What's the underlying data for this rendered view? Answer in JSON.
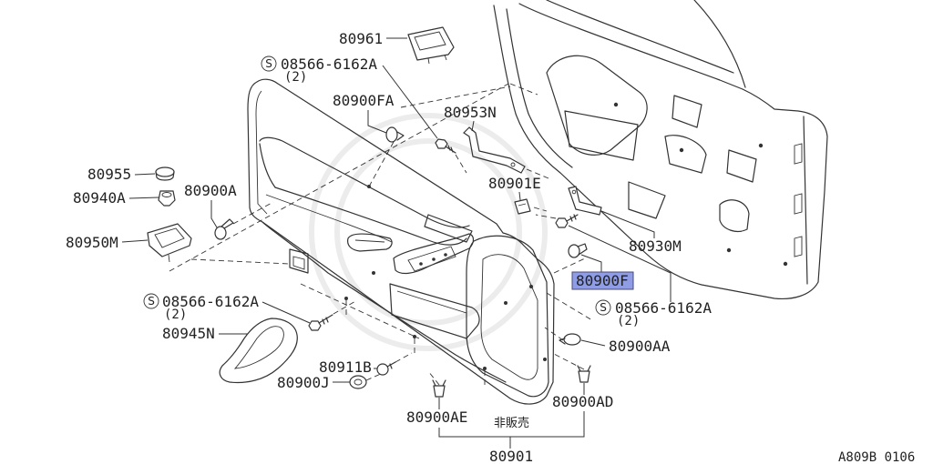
{
  "diagram": {
    "code": "A809B 0106",
    "not_for_sale": "非販売",
    "highlight_color": "#8f9de6",
    "line_color": "#333333"
  },
  "callouts": {
    "p80961": "80961",
    "p80900FA": "80900FA",
    "p80953N": "80953N",
    "p80955": "80955",
    "p80940A": "80940A",
    "p80900A": "80900A",
    "p80901E": "80901E",
    "p80950M": "80950M",
    "p80930M": "80930M",
    "p80900F": "80900F",
    "p80945N": "80945N",
    "p80900AA": "80900AA",
    "p80911B": "80911B",
    "p80900J": "80900J",
    "p80900AD": "80900AD",
    "p80900AE": "80900AE",
    "p80901": "80901"
  },
  "screw_callouts": [
    {
      "symbol": "S",
      "part": "08566-6162A",
      "qty": "(2)"
    },
    {
      "symbol": "S",
      "part": "08566-6162A",
      "qty": "(2)"
    },
    {
      "symbol": "S",
      "part": "08566-6162A",
      "qty": "(2)"
    }
  ]
}
